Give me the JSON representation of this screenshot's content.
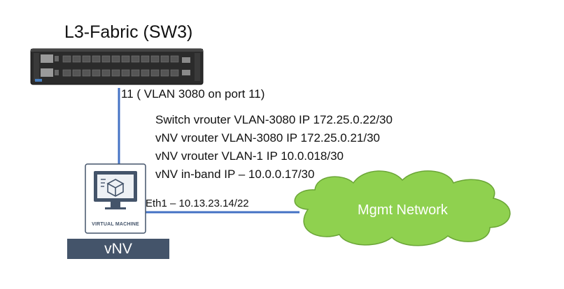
{
  "switch": {
    "title": "L3-Fabric (SW3)"
  },
  "uplink": {
    "port_label": "11 ( VLAN 3080 on port 11)"
  },
  "ip_config": {
    "lines": [
      "Switch vrouter VLAN-3080 IP 172.25.0.22/30",
      "vNV vrouter VLAN-3080 IP 172.25.0.21/30",
      "vNV vrouter VLAN-1 IP 10.0.018/30",
      "vNV in-band IP – 10.0.0.17/30"
    ]
  },
  "vm": {
    "badge": "VIRTUAL MACHINE",
    "name": "vNV"
  },
  "mgmt_link": {
    "label": "Eth1 – 10.13.23.14/22"
  },
  "cloud": {
    "label": "Mgmt Network"
  },
  "colors": {
    "link": "#4472c4",
    "cloud_fill": "#8fd14f",
    "cloud_stroke": "#6aa536",
    "vm_box": "#44546a",
    "switch_body": "#2b2b2b"
  }
}
